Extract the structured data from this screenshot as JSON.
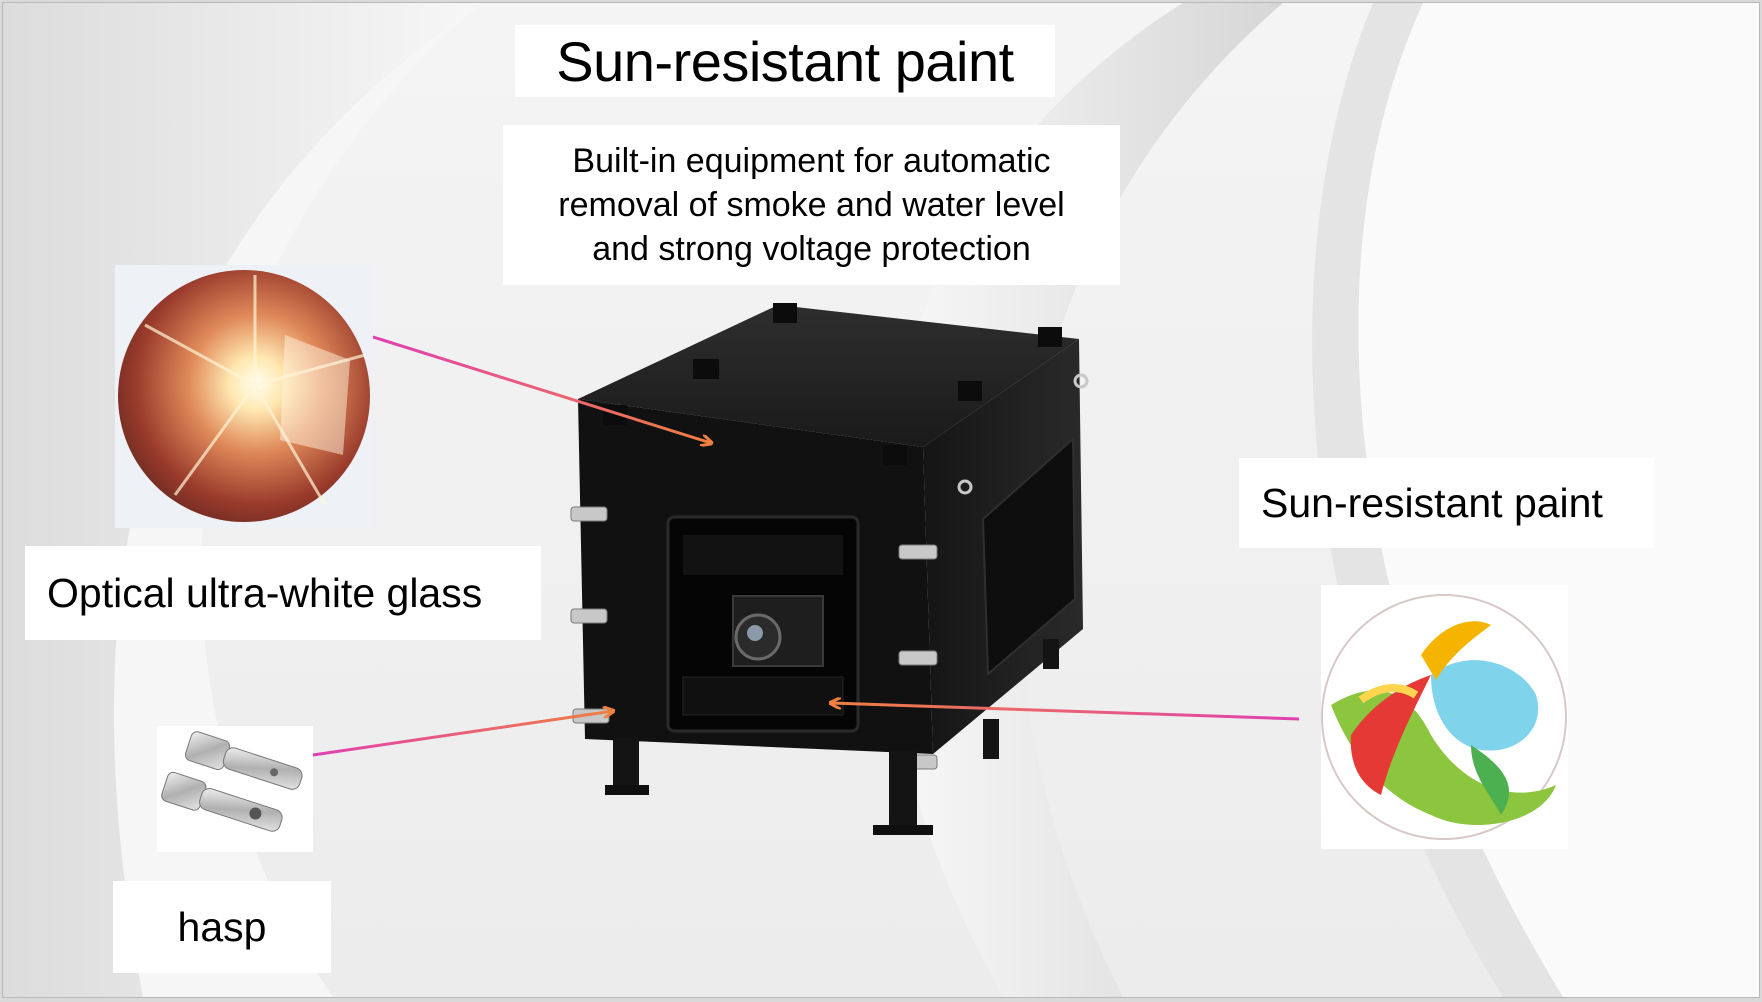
{
  "slide": {
    "title": "Sun-resistant paint",
    "builtin_lines": [
      "Built-in equipment for automatic",
      "removal of smoke and water level",
      "and strong voltage protection"
    ],
    "glass_label": "Optical ultra-white glass",
    "paint_label": "Sun-resistant paint",
    "hasp_label": "hasp"
  },
  "colors": {
    "arrow_start": "#e040b0",
    "arrow_end": "#f08040",
    "enclosure": "#1c1c1c"
  }
}
